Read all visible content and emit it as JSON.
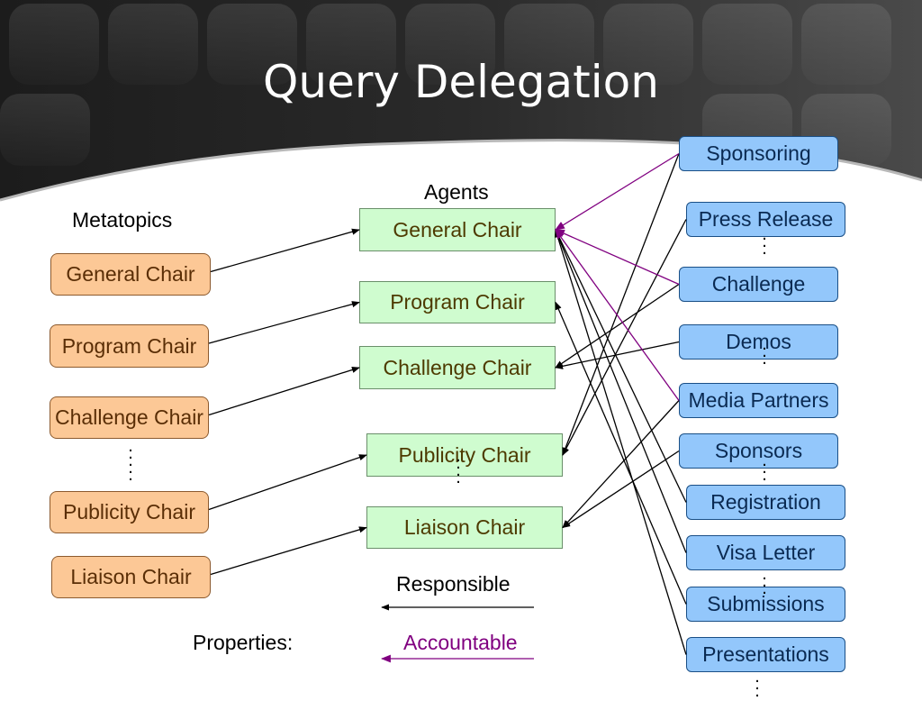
{
  "title": "Query Delegation",
  "labels": {
    "metatopics": "Metatopics",
    "agents": "Agents",
    "responsible": "Responsible",
    "properties": "Properties:",
    "accountable": "Accountable"
  },
  "metatopics": [
    "General Chair",
    "Program Chair",
    "Challenge Chair",
    "Publicity Chair",
    "Liaison Chair"
  ],
  "agents": [
    "General Chair",
    "Program Chair",
    "Challenge Chair",
    "Publicity Chair",
    "Liaison Chair"
  ],
  "properties": [
    "Sponsoring",
    "Press Release",
    "Challenge",
    "Demos",
    "Media Partners",
    "Sponsors",
    "Registration",
    "Visa Letter",
    "Submissions",
    "Presentations"
  ],
  "colors": {
    "responsible": "#000000",
    "accountable": "#800080",
    "metatopic_fill": "#fcc896",
    "agent_fill": "#cffccf",
    "property_fill": "#93c7fb"
  },
  "edges": {
    "metatopic_to_agent": [
      [
        0,
        0
      ],
      [
        1,
        1
      ],
      [
        2,
        2
      ],
      [
        3,
        3
      ],
      [
        4,
        4
      ]
    ],
    "responsible": [
      [
        0,
        3
      ],
      [
        1,
        3
      ],
      [
        2,
        2
      ],
      [
        3,
        2
      ],
      [
        4,
        4
      ],
      [
        5,
        4
      ],
      [
        6,
        0
      ],
      [
        7,
        0
      ],
      [
        8,
        1
      ],
      [
        9,
        0
      ]
    ],
    "accountable": [
      [
        0,
        0
      ],
      [
        2,
        0
      ],
      [
        4,
        0
      ]
    ]
  }
}
